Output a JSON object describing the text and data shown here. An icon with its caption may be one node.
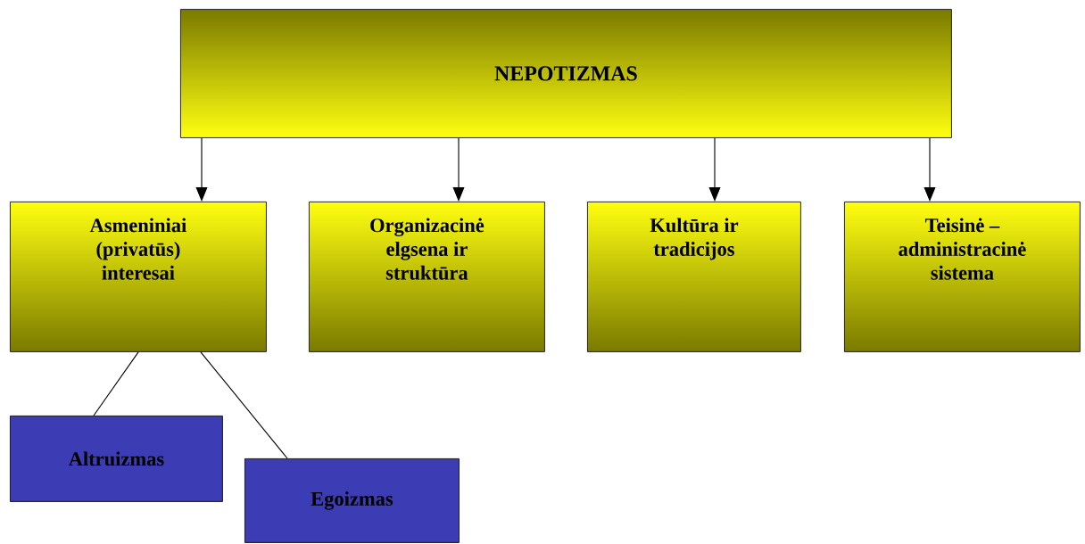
{
  "diagram": {
    "nodes": [
      {
        "text": [
          "NEPOTIZMAS"
        ]
      },
      {
        "text": [
          "Asmeniniai (privatūs) interesai"
        ]
      },
      {
        "text": [
          "Organizacinė elgsena ir struktūra"
        ]
      },
      {
        "text": [
          "Kultūra ir tradicijos"
        ]
      },
      {
        "text": [
          "Teisinė – administracinė sistema"
        ]
      },
      {
        "text": [
          "Altruizmas"
        ]
      },
      {
        "text": [
          "Egoizmas"
        ]
      }
    ],
    "edges": [
      {
        "from": 0,
        "to": 1,
        "arrow": "to"
      },
      {
        "from": 0,
        "to": 2,
        "arrow": "to"
      },
      {
        "from": 0,
        "to": 3,
        "arrow": "to"
      },
      {
        "from": 0,
        "to": 4,
        "arrow": "to"
      },
      {
        "from": 1,
        "to": 5,
        "arrow": "none"
      },
      {
        "from": 1,
        "to": 6,
        "arrow": "none"
      }
    ]
  }
}
